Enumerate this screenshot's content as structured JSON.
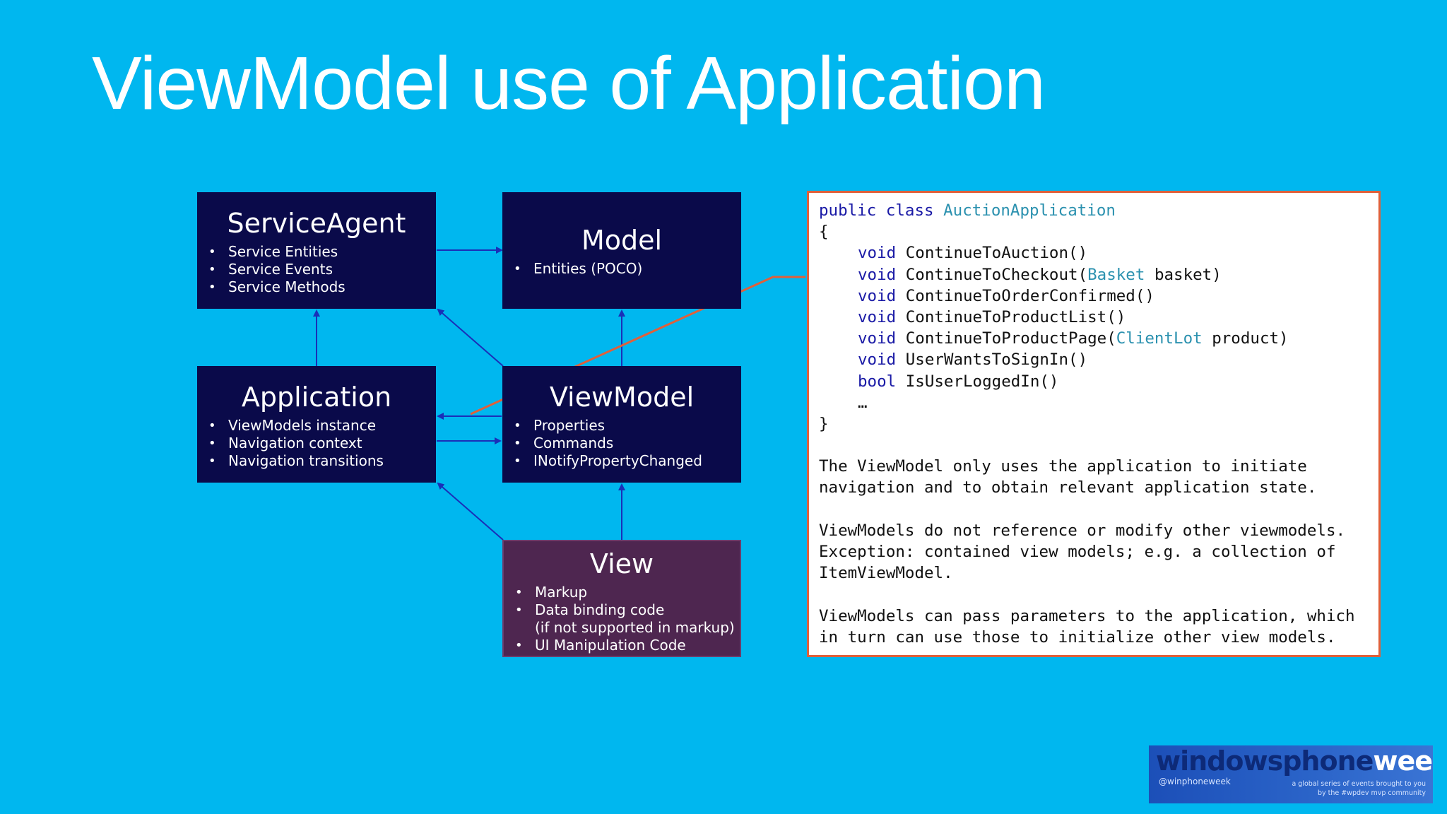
{
  "slide": {
    "title": "ViewModel use of Application"
  },
  "boxes": {
    "service_agent": {
      "title": "ServiceAgent",
      "bullets": [
        "Service Entities",
        "Service Events",
        "Service Methods"
      ]
    },
    "model": {
      "title": "Model",
      "bullets": [
        "Entities (POCO)"
      ]
    },
    "application": {
      "title": "Application",
      "bullets": [
        "ViewModels instance",
        "Navigation context",
        "Navigation transitions"
      ]
    },
    "viewmodel": {
      "title": "ViewModel",
      "bullets": [
        "Properties",
        "Commands",
        "INotifyPropertyChanged"
      ]
    },
    "view": {
      "title": "View",
      "bullets": [
        "Markup",
        "Data binding code",
        "UI Manipulation Code"
      ],
      "continuation": "(if not supported in markup)"
    }
  },
  "code": {
    "kw_public": "public",
    "kw_class": "class",
    "class_name": "AuctionApplication",
    "open_brace": "{",
    "close_brace": "}",
    "ellipsis": "…",
    "kw_void": "void",
    "kw_bool": "bool",
    "m1": "ContinueToAuction()",
    "m2_pre": "ContinueToCheckout(",
    "m2_type": "Basket",
    "m2_post": " basket)",
    "m3": "ContinueToOrderConfirmed()",
    "m4": "ContinueToProductList()",
    "m5_pre": "ContinueToProductPage(",
    "m5_type": "ClientLot",
    "m5_post": " product)",
    "m6": "UserWantsToSignIn()",
    "m7": "IsUserLoggedIn()",
    "paragraphs": [
      [
        "The ViewModel only uses the application to initiate",
        "navigation and to obtain relevant application state."
      ],
      [
        "ViewModels do not reference or modify other viewmodels.",
        "Exception: contained view models; e.g. a collection of",
        "ItemViewModel."
      ],
      [
        "ViewModels can pass parameters to the application, which",
        "in turn can use those to initialize other view models."
      ]
    ]
  },
  "logo": {
    "word_a": "windowsphone",
    "word_b": "week",
    "handle": "@winphoneweek",
    "tagline_1": "a global series of events brought to you",
    "tagline_2": "by the #wpdev mvp community"
  },
  "colors": {
    "background": "#00b7ef",
    "box_dark": "#0a0a4a",
    "box_view": "#4e2650",
    "arrow": "#1a2fb8",
    "callout": "#e0603a",
    "code_keyword": "#1a1aa6",
    "code_type": "#2b91af"
  }
}
